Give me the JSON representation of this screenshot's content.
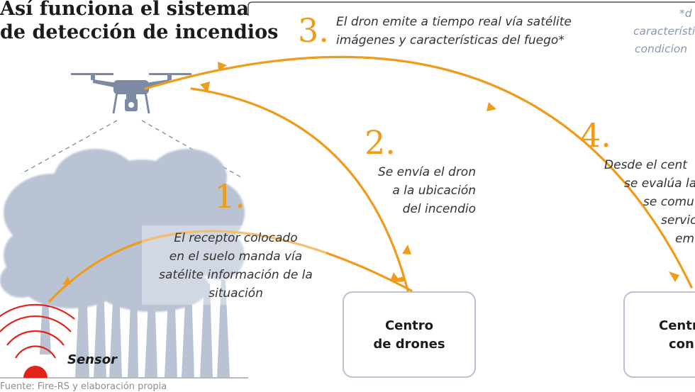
{
  "title": {
    "line1": "Así funciona el sistema",
    "line2": "de detección de incendios"
  },
  "steps": [
    {
      "number": "1.",
      "lines": [
        "El receptor colocado",
        "en el suelo manda vía",
        "satélite información de la",
        "situación"
      ]
    },
    {
      "number": "2.",
      "lines": [
        "Se envía el dron",
        "a la ubicación",
        "del incendio"
      ]
    },
    {
      "number": "3.",
      "lines": [
        "El dron emite a tiempo real vía satélite",
        "imágenes y características del fuego*"
      ]
    },
    {
      "number": "4.",
      "lines": [
        "Desde el cent",
        "se evalúa la",
        "se comu",
        "servic",
        "em"
      ]
    }
  ],
  "footnote": {
    "lines": [
      "*d",
      "característi",
      "condicion"
    ]
  },
  "boxes": {
    "drones": {
      "line1": "Centro",
      "line2": "de drones"
    },
    "control": {
      "line1": "Centr",
      "line2": "con"
    }
  },
  "sensor_label": "Sensor",
  "source": "Fuente: Fire-RS y elaboración propia",
  "colors": {
    "accent": "#ef9b1b",
    "tree": "#b9c3d4",
    "drone": "#7c8aa3",
    "sensor": "#e2231a",
    "box_border": "#b7c1d3"
  }
}
